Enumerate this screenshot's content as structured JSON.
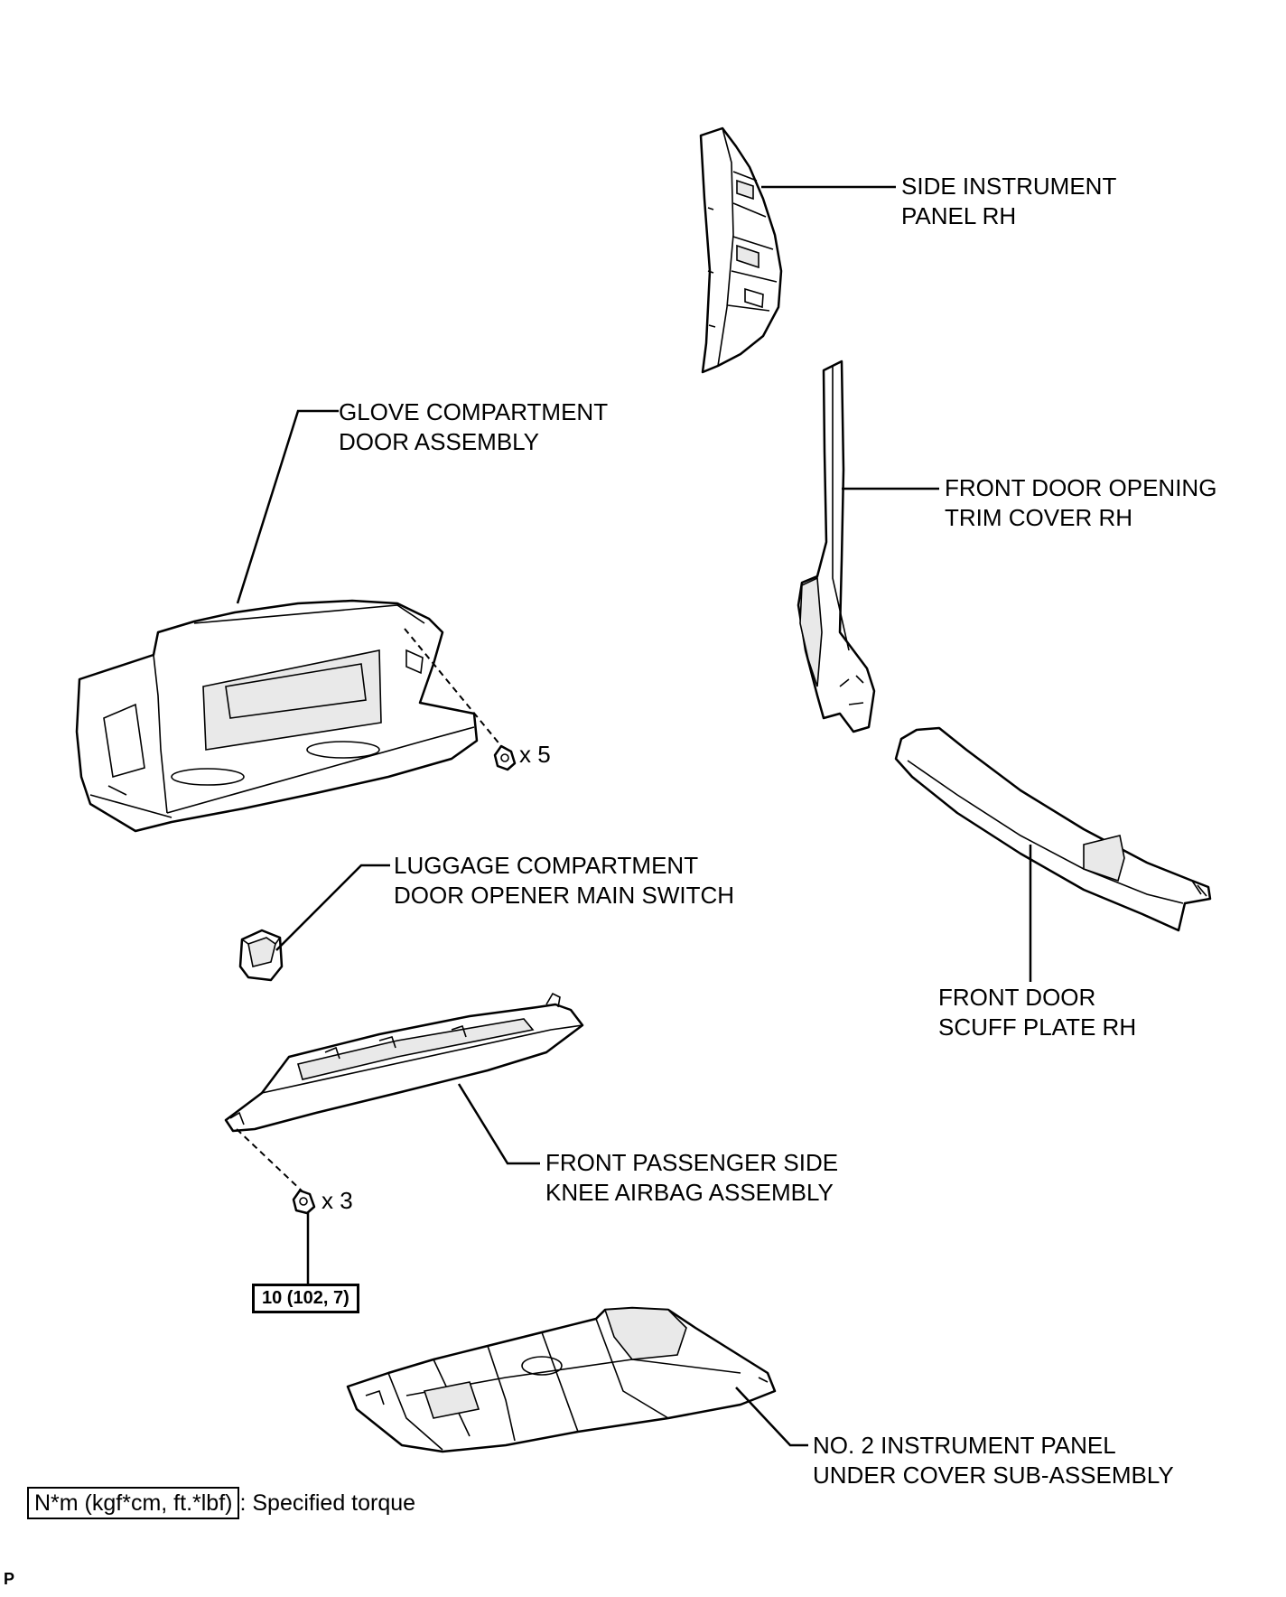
{
  "labels": {
    "side_panel": [
      "SIDE INSTRUMENT",
      "PANEL RH"
    ],
    "glove_door": [
      "GLOVE COMPARTMENT",
      "DOOR ASSEMBLY"
    ],
    "door_trim": [
      "FRONT DOOR OPENING",
      "TRIM COVER RH"
    ],
    "luggage_switch": [
      "LUGGAGE COMPARTMENT",
      "DOOR OPENER MAIN SWITCH"
    ],
    "scuff_plate": [
      "FRONT DOOR",
      "SCUFF PLATE RH"
    ],
    "knee_airbag": [
      "FRONT PASSENGER SIDE",
      "KNEE AIRBAG ASSEMBLY"
    ],
    "under_cover": [
      "NO. 2 INSTRUMENT PANEL",
      "UNDER COVER SUB-ASSEMBLY"
    ]
  },
  "fasteners": {
    "glove_screws": "x 5",
    "airbag_bolts": "x 3"
  },
  "torque_value": "10 (102, 7)",
  "legend": {
    "unit_box": "N*m (kgf*cm, ft.*lbf)",
    "text": ": Specified torque"
  },
  "corner_mark": "P"
}
